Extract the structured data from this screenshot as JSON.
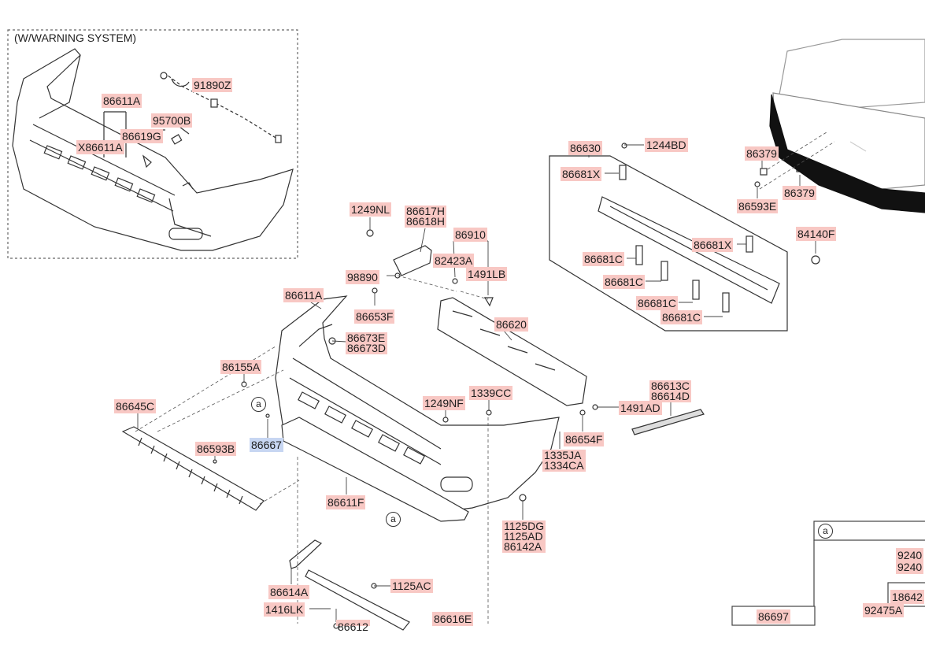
{
  "inset_title": "(W/WARNING SYSTEM)",
  "colors": {
    "callout_bg": "#f8c8c4",
    "callout_selected_bg": "#c7d6f2",
    "line": "#333333",
    "part_fill": "#ffffff",
    "dark_part": "#111111"
  },
  "callouts": {
    "in_86611A": "86611A",
    "in_95700B": "95700B",
    "in_91890Z": "91890Z",
    "in_86619G": "86619G",
    "in_X86611A": "X86611A",
    "c_1249NL": "1249NL",
    "c_86617H": "86617H\n86618H",
    "c_86910": "86910",
    "c_82423A": "82423A",
    "c_1491LB": "1491LB",
    "c_98890": "98890",
    "c_86653F": "86653F",
    "c_86611A": "86611A",
    "c_86673E": "86673E\n86673D",
    "c_86620": "86620",
    "c_86155A": "86155A",
    "c_86645C": "86645C",
    "c_86593B": "86593B",
    "c_86667": "86667",
    "c_1249NF": "1249NF",
    "c_1339CC": "1339CC",
    "c_1491AD": "1491AD",
    "c_86613C": "86613C\n86614D",
    "c_86654F": "86654F",
    "c_1335JA": "1335JA\n1334CA",
    "c_86611F": "86611F",
    "c_1125DG": "1125DG\n1125AD\n86142A",
    "c_86614A": "86614A",
    "c_1125AC": "1125AC",
    "c_1416LK": "1416LK",
    "c_86612": "86612",
    "c_86616E": "86616E",
    "c_86630": "86630",
    "c_1244BD": "1244BD",
    "c_86681X_1": "86681X",
    "c_86681X_2": "86681X",
    "c_86681C_1": "86681C",
    "c_86681C_2": "86681C",
    "c_86681C_3": "86681C",
    "c_86681C_4": "86681C",
    "c_86379_1": "86379",
    "c_86379_2": "86379",
    "c_86593E": "86593E",
    "c_84140F": "84140F",
    "c_86697": "86697",
    "c_9240x": "9240",
    "c_9240y": "9240",
    "c_18642": "18642",
    "c_92475A": "92475A"
  },
  "detail_marker": "a",
  "selected_part": "86667"
}
